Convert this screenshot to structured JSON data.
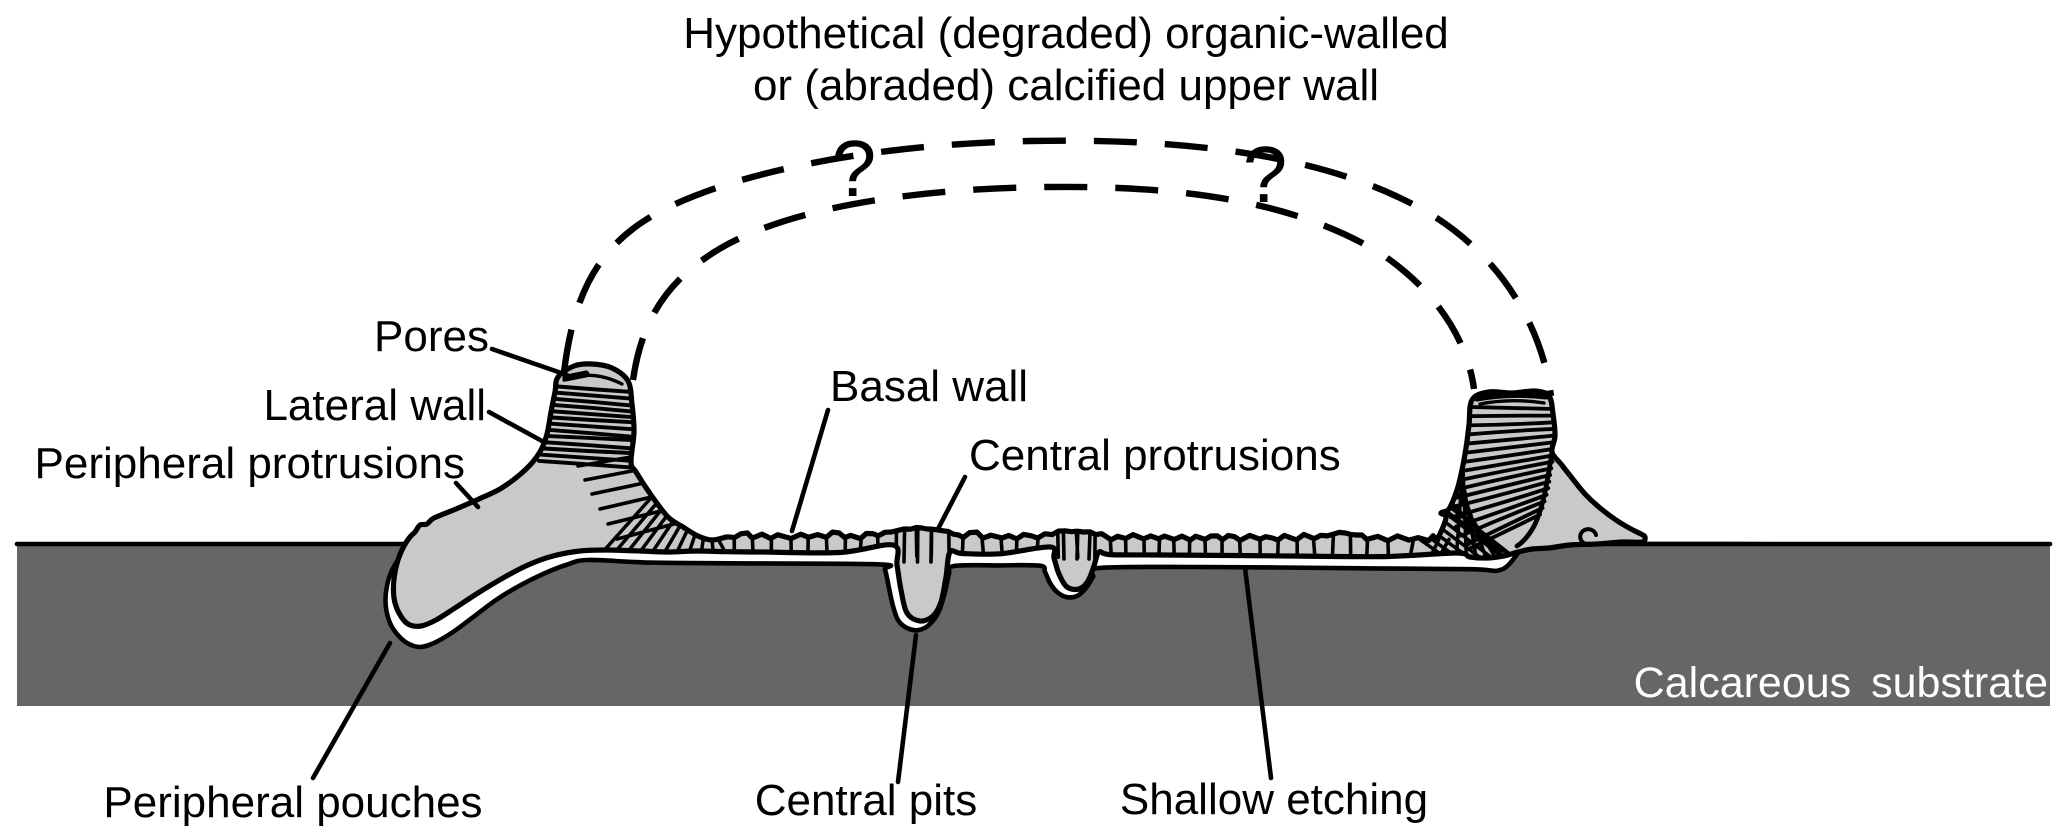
{
  "figure": {
    "type": "scientific-diagram",
    "description": "Cross-section reconstruction of a calcified microfossil attached to a calcareous substrate"
  },
  "title": {
    "line1": "Hypothetical (degraded) organic-walled",
    "line2": "or (abraded) calcified upper wall"
  },
  "dome": {
    "question_mark": "?"
  },
  "labels": {
    "pores": "Pores",
    "lateral_wall": "Lateral wall",
    "peripheral_protrusions": "Peripheral protrusions",
    "peripheral_pouches": "Peripheral pouches",
    "basal_wall": "Basal wall",
    "central_protrusions": "Central protrusions",
    "central_pits": "Central pits",
    "shallow_etching": "Shallow etching",
    "calcareous_substrate": "Calcareous substrate"
  },
  "colors": {
    "background": "#ffffff",
    "outline": "#000000",
    "body_fill": "#c9c9c9",
    "substrate_fill": "#666666",
    "substrate_label_text": "#ffffff"
  }
}
